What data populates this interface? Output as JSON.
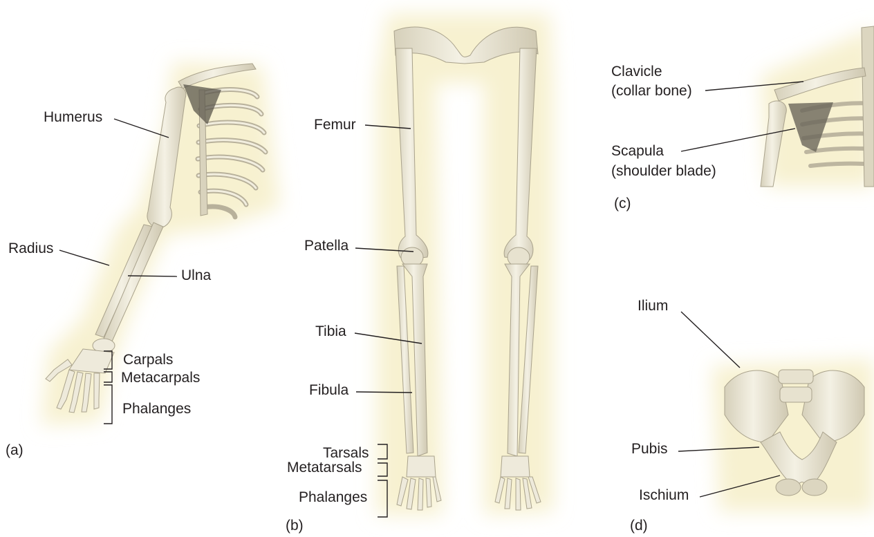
{
  "panels": {
    "a": {
      "tag": "(a)",
      "labels": {
        "humerus": "Humerus",
        "radius": "Radius",
        "ulna": "Ulna",
        "carpals": "Carpals",
        "metacarpals": "Metacarpals",
        "phalanges": "Phalanges"
      }
    },
    "b": {
      "tag": "(b)",
      "labels": {
        "femur": "Femur",
        "patella": "Patella",
        "tibia": "Tibia",
        "fibula": "Fibula",
        "tarsals": "Tarsals",
        "metatarsals": "Metatarsals",
        "phalanges": "Phalanges"
      }
    },
    "c": {
      "tag": "(c)",
      "labels": {
        "clavicle": "Clavicle",
        "clavicle_common": "(collar bone)",
        "scapula": "Scapula",
        "scapula_common": "(shoulder blade)"
      }
    },
    "d": {
      "tag": "(d)",
      "labels": {
        "ilium": "Ilium",
        "pubis": "Pubis",
        "ischium": "Ischium"
      }
    }
  },
  "colors": {
    "background": "#ffffff",
    "glow": "#f7f1d0",
    "bone": "#eeeadb",
    "bone_shade": "#c9c3ae",
    "bone_outline": "#a9a28c",
    "leader_line": "#231f20",
    "text": "#231f20"
  }
}
